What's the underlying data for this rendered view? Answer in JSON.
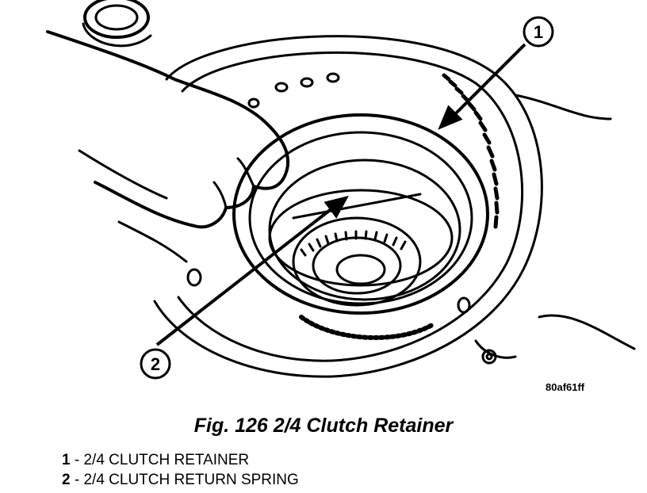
{
  "figure": {
    "image_code": "80af61ff",
    "caption": "Fig. 126 2/4 Clutch Retainer",
    "callouts": [
      {
        "number": "1",
        "label": "2/4 CLUTCH RETAINER"
      },
      {
        "number": "2",
        "label": "2/4 CLUTCH RETURN SPRING"
      }
    ]
  },
  "colors": {
    "ink": "#000000",
    "paper": "#ffffff"
  }
}
